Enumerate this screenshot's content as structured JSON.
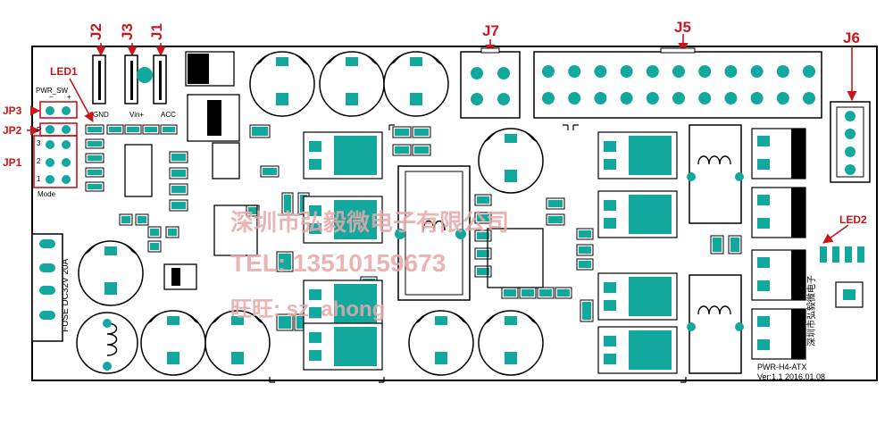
{
  "colors": {
    "board": "#ffffff",
    "outline": "#000000",
    "pad": "#13a89e",
    "callout": "#c8161d",
    "watermark": "#e7a8a8"
  },
  "callouts": {
    "j2": "J2",
    "j3": "J3",
    "j1": "J1",
    "j7": "J7",
    "j5": "J5",
    "j6": "J6",
    "led1": "LED1",
    "led2": "LED2",
    "jp1": "JP1",
    "jp2": "JP2",
    "jp3": "JP3"
  },
  "silkscreen": {
    "pwr_sw": "PWR_SW",
    "minus": "−",
    "plus": "+",
    "gnd": "GND",
    "vin": "Vin+",
    "acc": "ACC",
    "p": "P",
    "n3": "3",
    "n2": "2",
    "n1": "1",
    "mode": "Mode",
    "fuse": "FUSE DC32V 20A",
    "board_name": "PWR-H4-ATX",
    "version": "Ver:1.1  2016.01.08",
    "vendor_vertical": "深圳市弘毅微电子"
  },
  "watermark": {
    "company": "深圳市弘毅微电子有限公司",
    "tel": "TEL: 13510159673",
    "wangwang": "旺旺: sz_ahong"
  }
}
